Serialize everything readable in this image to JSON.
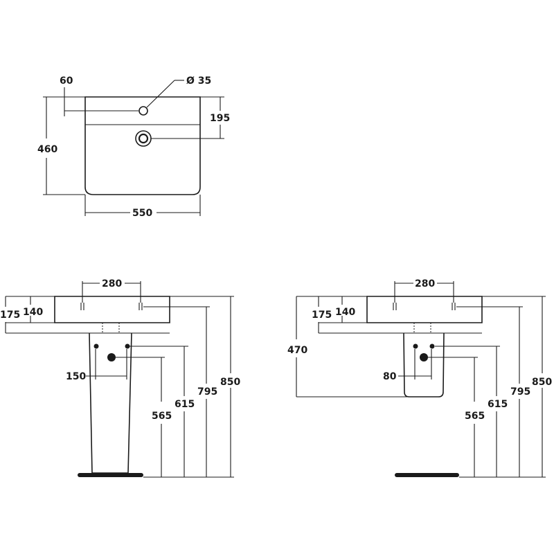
{
  "top_view": {
    "dim_tap_offset": "60",
    "dim_hole_diameter": "Ø 35",
    "dim_depth": "460",
    "dim_tap_to_waste": "195",
    "dim_width": "550"
  },
  "pedestal_view": {
    "dim_tap_spacing": "280",
    "dim_overall_depth": "175",
    "dim_bowl_depth": "140",
    "dim_trap_offset": "150",
    "dim_waste_height": "565",
    "dim_supply_height": "615",
    "dim_bowl_bottom_height": "795",
    "dim_rim_height": "850"
  },
  "semi_pedestal_view": {
    "dim_tap_spacing": "280",
    "dim_overall_depth": "175",
    "dim_bowl_depth": "140",
    "dim_shroud_height": "470",
    "dim_trap_offset": "80",
    "dim_waste_height": "565",
    "dim_supply_height": "615",
    "dim_bowl_bottom_height": "795",
    "dim_rim_height": "850"
  }
}
